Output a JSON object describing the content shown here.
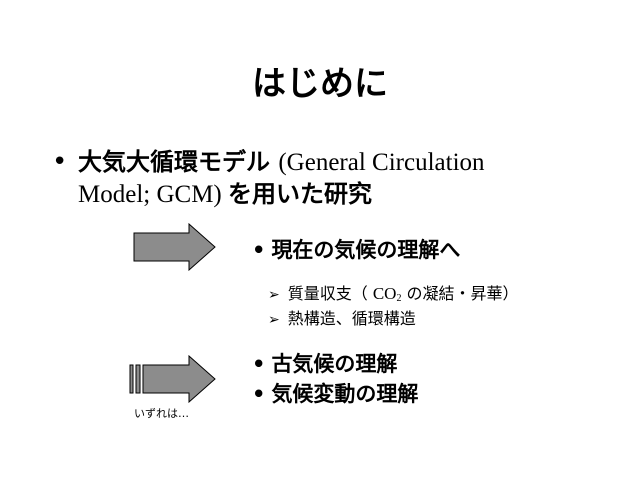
{
  "slide": {
    "title": "はじめに",
    "main_bullet": {
      "marker": "•",
      "line1_jp": "大気大循環モデル ",
      "line1_en": "(General Circulation",
      "line2_en": "Model; GCM) ",
      "line2_jp": "を用いた研究"
    },
    "section1": {
      "marker": "•",
      "heading": "現在の気候の理解へ",
      "details": [
        {
          "marker": "➢",
          "pre": "質量収支（ ",
          "chem_main": "CO",
          "chem_sub": "2",
          "post": " の凝結・昇華）"
        },
        {
          "marker": "➢",
          "text": "熱構造、循環構造"
        }
      ]
    },
    "section2": {
      "items": [
        {
          "marker": "•",
          "text": "古気候の理解"
        },
        {
          "marker": "•",
          "text": "気候変動の理解"
        }
      ],
      "caption": "いずれは…"
    },
    "colors": {
      "arrow_fill": "#8c8c8c",
      "arrow_stroke": "#000000",
      "text": "#000000",
      "background": "#ffffff"
    }
  }
}
